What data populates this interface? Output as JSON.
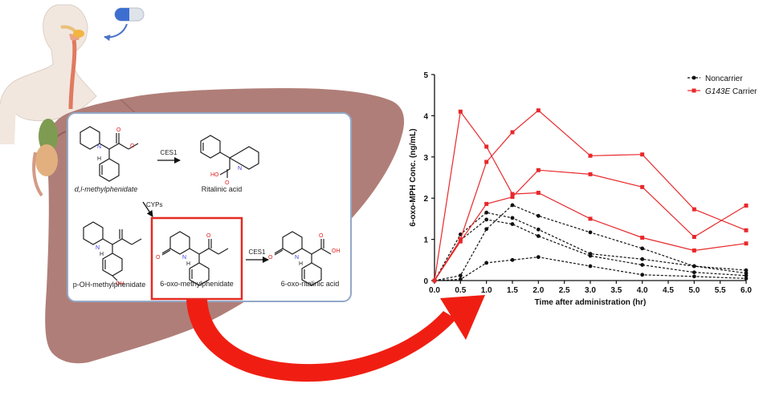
{
  "pathway": {
    "labels": {
      "mph": "d,l-methylphenidate",
      "ritalinic": "Ritalinic acid",
      "p_oh": "p-OH-methylphenidate",
      "oxo": "6-oxo-methylphenidate",
      "oxo_ritalinic": "6-oxo-ritalinic acid"
    },
    "enzymes": {
      "ces1_top": "CES1",
      "cyps": "CYPs",
      "ces1_bottom": "CES1"
    },
    "atoms": {
      "H": "H",
      "N": "N",
      "O": "O",
      "OH": "OH",
      "HO": "HO"
    }
  },
  "colors": {
    "noncarrier": "#111111",
    "carrier": "#e8282b",
    "liver": "#b07e78",
    "liver_dark": "#8e5f59",
    "body": "#f2e9e2",
    "box_border": "#93a9c9",
    "arrow_red": "#f01e12"
  },
  "icons": [
    "human-body-icon",
    "pill-capsule-icon",
    "liver-icon",
    "curved-red-arrow-icon"
  ],
  "chart_data": {
    "type": "line",
    "xlabel": "Time after administration (hr)",
    "ylabel": "6-oxo-MPH Conc. (ng/mL)",
    "xlim": [
      0,
      6
    ],
    "ylim": [
      0,
      5
    ],
    "xticks": [
      "0.0",
      "0.5",
      "1.0",
      "1.5",
      "2.0",
      "2.5",
      "3.0",
      "3.5",
      "4.0",
      "4.5",
      "5.0",
      "5.5",
      "6.0"
    ],
    "yticks": [
      "0",
      "1",
      "2",
      "3",
      "4",
      "5"
    ],
    "grid": false,
    "legend_position": "top-right",
    "legend": [
      "Noncarrier",
      "G143E Carrier"
    ],
    "x": [
      0,
      0.5,
      1.0,
      1.5,
      2.0,
      3.0,
      4.0,
      5.0,
      6.0
    ],
    "series": [
      {
        "group": "noncarrier",
        "values": [
          0,
          1.12,
          1.65,
          1.52,
          1.24,
          0.65,
          0.52,
          0.35,
          0.25
        ]
      },
      {
        "group": "noncarrier",
        "values": [
          0,
          0.12,
          1.25,
          1.83,
          1.57,
          1.17,
          0.78,
          0.35,
          0.18
        ]
      },
      {
        "group": "noncarrier",
        "values": [
          0,
          0.98,
          1.48,
          1.37,
          1.08,
          0.6,
          0.38,
          0.2,
          0.12
        ]
      },
      {
        "group": "noncarrier",
        "values": [
          0,
          0.03,
          0.43,
          0.5,
          0.57,
          0.35,
          0.14,
          0.1,
          0.05
        ]
      },
      {
        "group": "carrier",
        "values": [
          0,
          4.1,
          3.25,
          2.1,
          2.13,
          1.5,
          1.04,
          0.73,
          0.9
        ]
      },
      {
        "group": "carrier",
        "values": [
          0,
          1.0,
          2.88,
          3.6,
          4.13,
          3.03,
          3.06,
          1.73,
          1.22
        ]
      },
      {
        "group": "carrier",
        "values": [
          0,
          0.95,
          1.86,
          2.03,
          2.68,
          2.58,
          2.27,
          1.06,
          1.82
        ]
      }
    ]
  }
}
